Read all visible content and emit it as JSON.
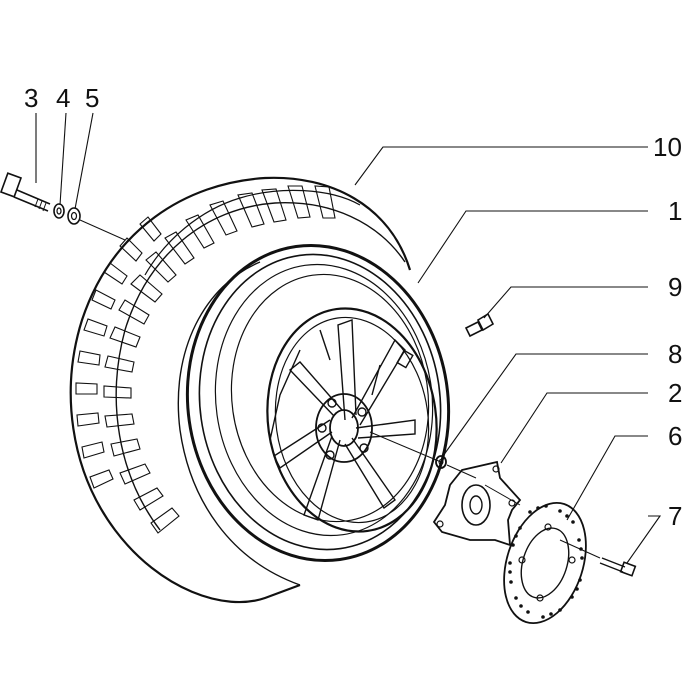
{
  "callouts": [
    {
      "id": "label-3",
      "text": "3"
    },
    {
      "id": "label-4",
      "text": "4"
    },
    {
      "id": "label-5",
      "text": "5"
    },
    {
      "id": "label-10",
      "text": "10"
    },
    {
      "id": "label-1",
      "text": "1"
    },
    {
      "id": "label-9",
      "text": "9"
    },
    {
      "id": "label-8",
      "text": "8"
    },
    {
      "id": "label-2",
      "text": "2"
    },
    {
      "id": "label-6",
      "text": "6"
    },
    {
      "id": "label-7",
      "text": "7"
    }
  ],
  "colors": {
    "line": "#111111",
    "background": "#ffffff",
    "fill": "#ffffff"
  }
}
